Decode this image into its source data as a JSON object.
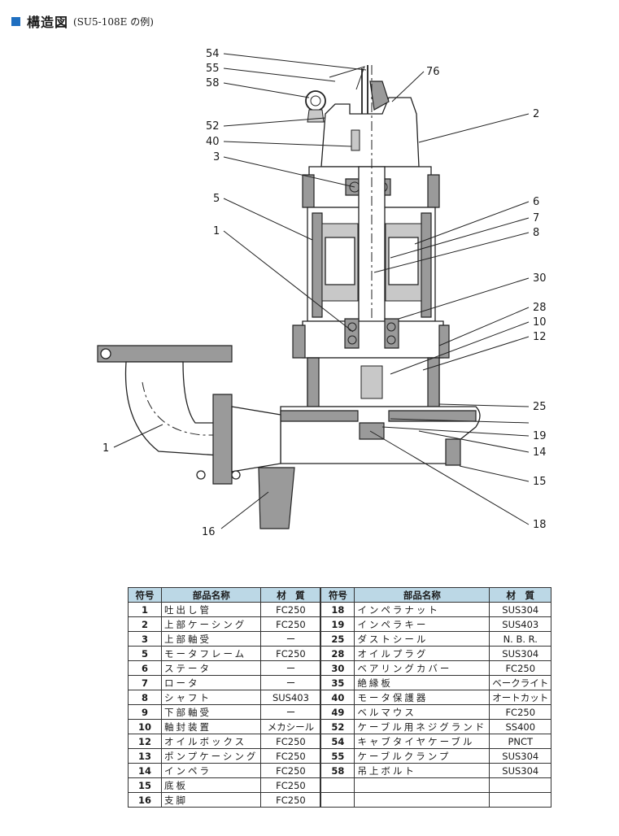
{
  "header": {
    "title": "構造図",
    "subtitle": "(SU5-108E の例)",
    "accent_color": "#1f6fc0"
  },
  "callouts": [
    "54",
    "55",
    "58",
    "52",
    "40",
    "3",
    "5",
    "1",
    "76",
    "2",
    "6",
    "7",
    "8",
    "30",
    "28",
    "10",
    "12",
    "25",
    "19",
    "14",
    "15",
    "18",
    "16",
    "1"
  ],
  "table": {
    "header_bg": "#bcd8e6",
    "headers": [
      "符号",
      "部品名称",
      "材　質",
      "符号",
      "部品名称",
      "材　質"
    ],
    "rows": [
      {
        "left": {
          "no": "1",
          "name": "吐出し管",
          "material": "FC250"
        },
        "right": {
          "no": "18",
          "name": "インペラナット",
          "material": "SUS304"
        }
      },
      {
        "left": {
          "no": "2",
          "name": "上部ケーシング",
          "material": "FC250"
        },
        "right": {
          "no": "19",
          "name": "インペラキー",
          "material": "SUS403"
        }
      },
      {
        "left": {
          "no": "3",
          "name": "上部軸受",
          "material": "ー"
        },
        "right": {
          "no": "25",
          "name": "ダストシール",
          "material": "N. B. R."
        }
      },
      {
        "left": {
          "no": "5",
          "name": "モータフレーム",
          "material": "FC250"
        },
        "right": {
          "no": "28",
          "name": "オイルプラグ",
          "material": "SUS304"
        }
      },
      {
        "left": {
          "no": "6",
          "name": "ステータ",
          "material": "ー"
        },
        "right": {
          "no": "30",
          "name": "ベアリングカバー",
          "material": "FC250"
        }
      },
      {
        "left": {
          "no": "7",
          "name": "ロータ",
          "material": "ー"
        },
        "right": {
          "no": "35",
          "name": "絶縁板",
          "material": "ベークライト"
        }
      },
      {
        "left": {
          "no": "8",
          "name": "シャフト",
          "material": "SUS403"
        },
        "right": {
          "no": "40",
          "name": "モータ保護器",
          "material": "オートカット"
        }
      },
      {
        "left": {
          "no": "9",
          "name": "下部軸受",
          "material": "ー"
        },
        "right": {
          "no": "49",
          "name": "ベルマウス",
          "material": "FC250"
        }
      },
      {
        "left": {
          "no": "10",
          "name": "軸封装置",
          "material": "メカシール"
        },
        "right": {
          "no": "52",
          "name": "ケーブル用ネジグランド",
          "material": "SS400"
        }
      },
      {
        "left": {
          "no": "12",
          "name": "オイルボックス",
          "material": "FC250"
        },
        "right": {
          "no": "54",
          "name": "キャブタイヤケーブル",
          "material": "PNCT"
        }
      },
      {
        "left": {
          "no": "13",
          "name": "ポンプケーシング",
          "material": "FC250"
        },
        "right": {
          "no": "55",
          "name": "ケーブルクランプ",
          "material": "SUS304"
        }
      },
      {
        "left": {
          "no": "14",
          "name": "インペラ",
          "material": "FC250"
        },
        "right": {
          "no": "58",
          "name": "吊上ボルト",
          "material": "SUS304"
        }
      },
      {
        "left": {
          "no": "15",
          "name": "底板",
          "material": "FC250"
        },
        "right": {
          "no": "",
          "name": "",
          "material": ""
        }
      },
      {
        "left": {
          "no": "16",
          "name": "支脚",
          "material": "FC250"
        },
        "right": {
          "no": "",
          "name": "",
          "material": ""
        }
      }
    ]
  }
}
